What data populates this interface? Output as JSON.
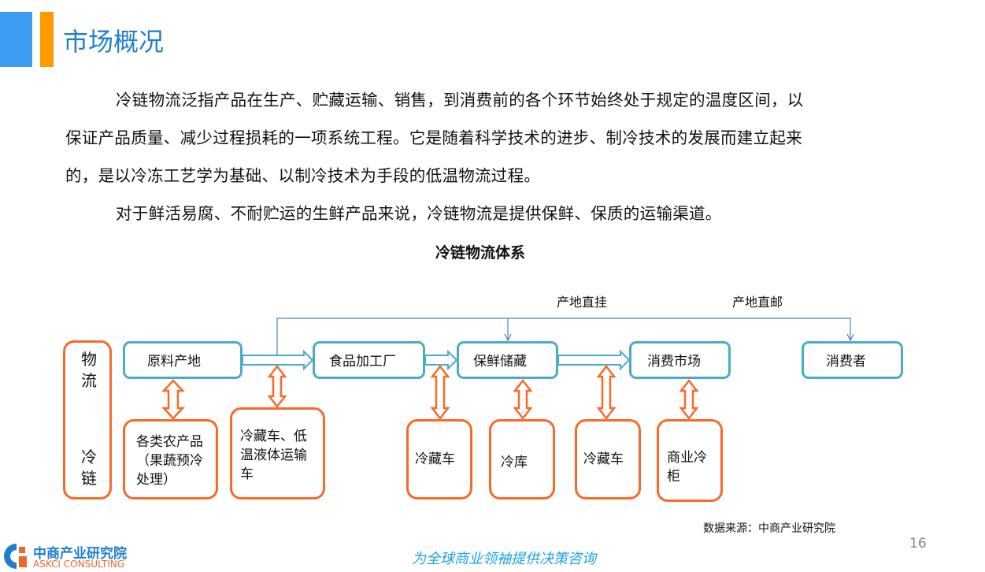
{
  "header": {
    "title": "市场概况"
  },
  "body": {
    "paragraphs": [
      "冷链物流泛指产品在生产、贮藏运输、销售，到消费前的各个环节始终处于规定的温度区间，以",
      "保证产品质量、减少过程损耗的一项系统工程。它是随着科学技术的进步、制冷技术的发展而建立起来",
      "的，是以冷冻工艺学为基础、以制冷技术为手段的低温物流过程。",
      "对于鲜活易腐、不耐贮运的生鲜产品来说，冷链物流是提供保鲜、保质的运输渠道。"
    ]
  },
  "diagram": {
    "title": "冷链物流体系",
    "side": {
      "top": "物流",
      "bottom": "冷链"
    },
    "stages": [
      "原料产地",
      "食品加工厂",
      "保鲜储藏",
      "消费市场",
      "消费者"
    ],
    "links": {
      "direct_pickup": "产地直挂",
      "direct_mail": "产地直邮"
    },
    "supports": [
      "各类农产品（果蔬预冷处理）",
      "冷藏车、低温液体运输车",
      "冷藏车",
      "冷库",
      "冷藏车",
      "商业冷柜"
    ],
    "colors": {
      "stage": "#4bacc6",
      "support": "#f86a2a",
      "link": "#4f81bd"
    }
  },
  "footer": {
    "source": "数据来源：中商产业研究院",
    "page": "16",
    "slogan": "为全球商业领袖提供决策咨询",
    "logo_cn": "中商产业研究院",
    "logo_en": "ASKCI CONSULTING"
  }
}
